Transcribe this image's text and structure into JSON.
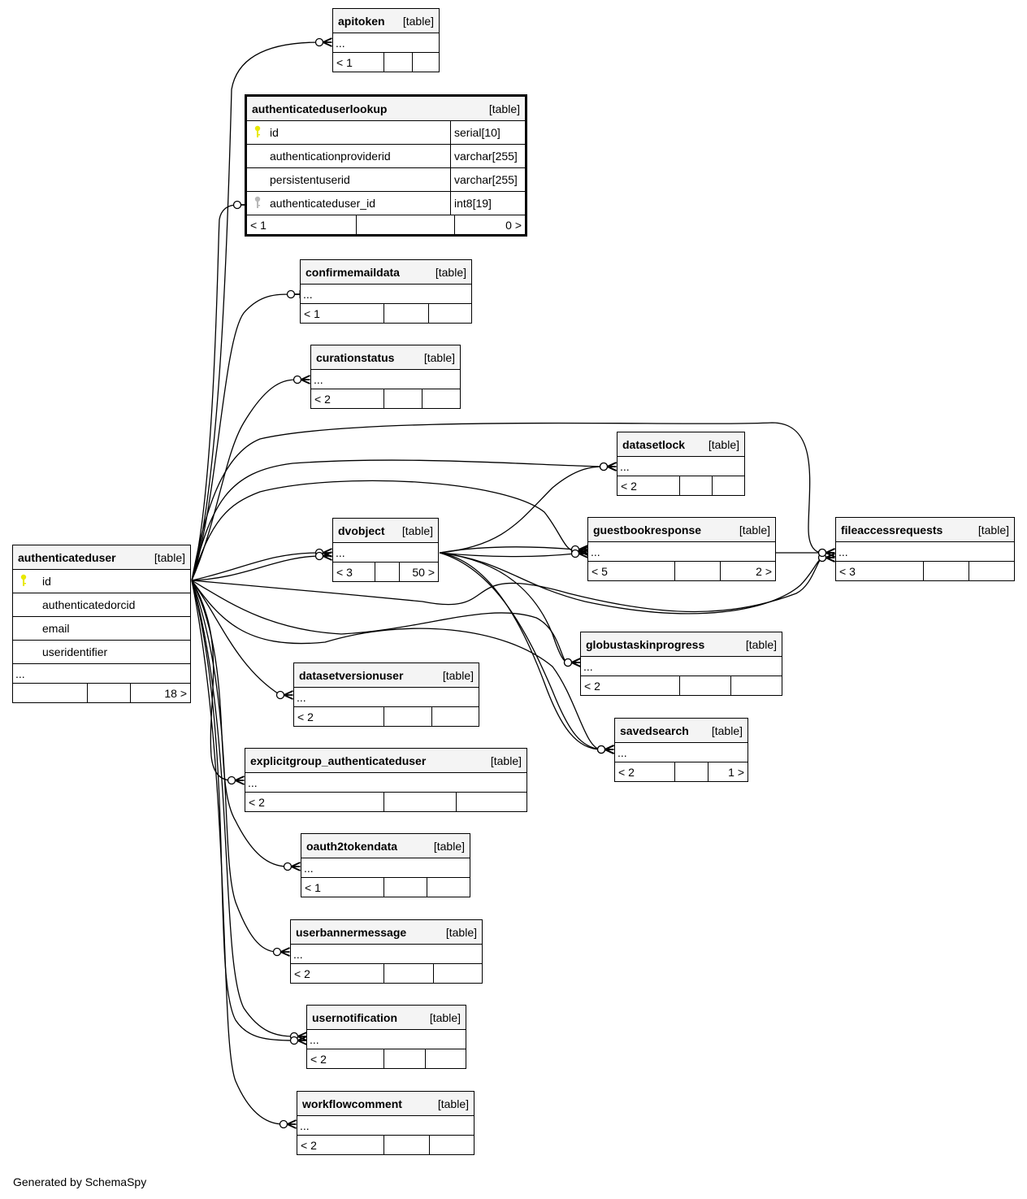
{
  "diagram": {
    "type": "er-diagram",
    "kind_label": "[table]",
    "ellipsis": "...",
    "colors": {
      "primary_key": "#e8e800",
      "foreign_key": "#b8b8b8",
      "header_bg": "#f4f4f4"
    }
  },
  "focus_table": {
    "name": "authenticateduserlookup",
    "kind": "[table]",
    "columns": [
      {
        "name": "id",
        "type": "serial[10]",
        "icon": "primary-key-icon"
      },
      {
        "name": "authenticationproviderid",
        "type": "varchar[255]",
        "icon": ""
      },
      {
        "name": "persistentuserid",
        "type": "varchar[255]",
        "icon": ""
      },
      {
        "name": "authenticateduser_id",
        "type": "int8[19]",
        "icon": "foreign-key-icon"
      }
    ],
    "parents": "< 1",
    "children": "0 >"
  },
  "authenticateduser": {
    "name": "authenticateduser",
    "kind": "[table]",
    "columns": [
      {
        "name": "id",
        "icon": "primary-key-icon"
      },
      {
        "name": "authenticatedorcid",
        "icon": ""
      },
      {
        "name": "email",
        "icon": ""
      },
      {
        "name": "useridentifier",
        "icon": ""
      }
    ],
    "more": "...",
    "parents": "",
    "children": "18 >"
  },
  "tables": [
    {
      "name": "apitoken",
      "kind": "[table]",
      "dots": "...",
      "parents": "< 1",
      "children": ""
    },
    {
      "name": "confirmemaildata",
      "kind": "[table]",
      "dots": "...",
      "parents": "< 1",
      "children": ""
    },
    {
      "name": "curationstatus",
      "kind": "[table]",
      "dots": "...",
      "parents": "< 2",
      "children": ""
    },
    {
      "name": "datasetlock",
      "kind": "[table]",
      "dots": "...",
      "parents": "< 2",
      "children": ""
    },
    {
      "name": "dvobject",
      "kind": "[table]",
      "dots": "...",
      "parents": "< 3",
      "children": "50 >"
    },
    {
      "name": "guestbookresponse",
      "kind": "[table]",
      "dots": "...",
      "parents": "< 5",
      "children": "2 >"
    },
    {
      "name": "fileaccessrequests",
      "kind": "[table]",
      "dots": "...",
      "parents": "< 3",
      "children": ""
    },
    {
      "name": "globustaskinprogress",
      "kind": "[table]",
      "dots": "...",
      "parents": "< 2",
      "children": ""
    },
    {
      "name": "savedsearch",
      "kind": "[table]",
      "dots": "...",
      "parents": "< 2",
      "children": "1 >"
    },
    {
      "name": "datasetversionuser",
      "kind": "[table]",
      "dots": "...",
      "parents": "< 2",
      "children": ""
    },
    {
      "name": "explicitgroup_authenticateduser",
      "kind": "[table]",
      "dots": "...",
      "parents": "< 2",
      "children": ""
    },
    {
      "name": "oauth2tokendata",
      "kind": "[table]",
      "dots": "...",
      "parents": "< 1",
      "children": ""
    },
    {
      "name": "userbannermessage",
      "kind": "[table]",
      "dots": "...",
      "parents": "< 2",
      "children": ""
    },
    {
      "name": "usernotification",
      "kind": "[table]",
      "dots": "...",
      "parents": "< 2",
      "children": ""
    },
    {
      "name": "workflowcomment",
      "kind": "[table]",
      "dots": "...",
      "parents": "< 2",
      "children": ""
    }
  ],
  "relationships": [
    {
      "from": "authenticateduser",
      "to": "apitoken",
      "cardinality": "zero-or-many"
    },
    {
      "from": "authenticateduser",
      "to": "authenticateduserlookup",
      "cardinality": "zero-or-one"
    },
    {
      "from": "authenticateduser",
      "to": "confirmemaildata",
      "cardinality": "zero-or-one"
    },
    {
      "from": "authenticateduser",
      "to": "curationstatus",
      "cardinality": "zero-or-many"
    },
    {
      "from": "authenticateduser",
      "to": "datasetlock",
      "cardinality": "zero-or-many"
    },
    {
      "from": "authenticateduser",
      "to": "dvobject",
      "cardinality": "zero-or-many"
    },
    {
      "from": "authenticateduser",
      "to": "dvobject",
      "cardinality": "zero-or-many"
    },
    {
      "from": "authenticateduser",
      "to": "guestbookresponse",
      "cardinality": "zero-or-many"
    },
    {
      "from": "authenticateduser",
      "to": "fileaccessrequests",
      "cardinality": "zero-or-many"
    },
    {
      "from": "authenticateduser",
      "to": "globustaskinprogress",
      "cardinality": "zero-or-many"
    },
    {
      "from": "authenticateduser",
      "to": "savedsearch",
      "cardinality": "zero-or-many"
    },
    {
      "from": "authenticateduser",
      "to": "datasetversionuser",
      "cardinality": "zero-or-many"
    },
    {
      "from": "authenticateduser",
      "to": "explicitgroup_authenticateduser",
      "cardinality": "zero-or-many"
    },
    {
      "from": "authenticateduser",
      "to": "oauth2tokendata",
      "cardinality": "zero-or-many"
    },
    {
      "from": "authenticateduser",
      "to": "userbannermessage",
      "cardinality": "zero-or-many"
    },
    {
      "from": "authenticateduser",
      "to": "usernotification",
      "cardinality": "zero-or-many"
    },
    {
      "from": "authenticateduser",
      "to": "usernotification",
      "cardinality": "zero-or-many"
    },
    {
      "from": "authenticateduser",
      "to": "workflowcomment",
      "cardinality": "zero-or-many"
    },
    {
      "from": "dvobject",
      "to": "datasetlock",
      "cardinality": "zero-or-many"
    },
    {
      "from": "dvobject",
      "to": "guestbookresponse",
      "cardinality": "zero-or-many"
    },
    {
      "from": "dvobject",
      "to": "guestbookresponse",
      "cardinality": "zero-or-many"
    },
    {
      "from": "dvobject",
      "to": "fileaccessrequests",
      "cardinality": "zero-or-many"
    },
    {
      "from": "dvobject",
      "to": "globustaskinprogress",
      "cardinality": "zero-or-many"
    },
    {
      "from": "dvobject",
      "to": "savedsearch",
      "cardinality": "zero-or-many"
    },
    {
      "from": "guestbookresponse",
      "to": "fileaccessrequests",
      "cardinality": "zero-or-many"
    }
  ],
  "footer": {
    "credit": "Generated by SchemaSpy"
  }
}
